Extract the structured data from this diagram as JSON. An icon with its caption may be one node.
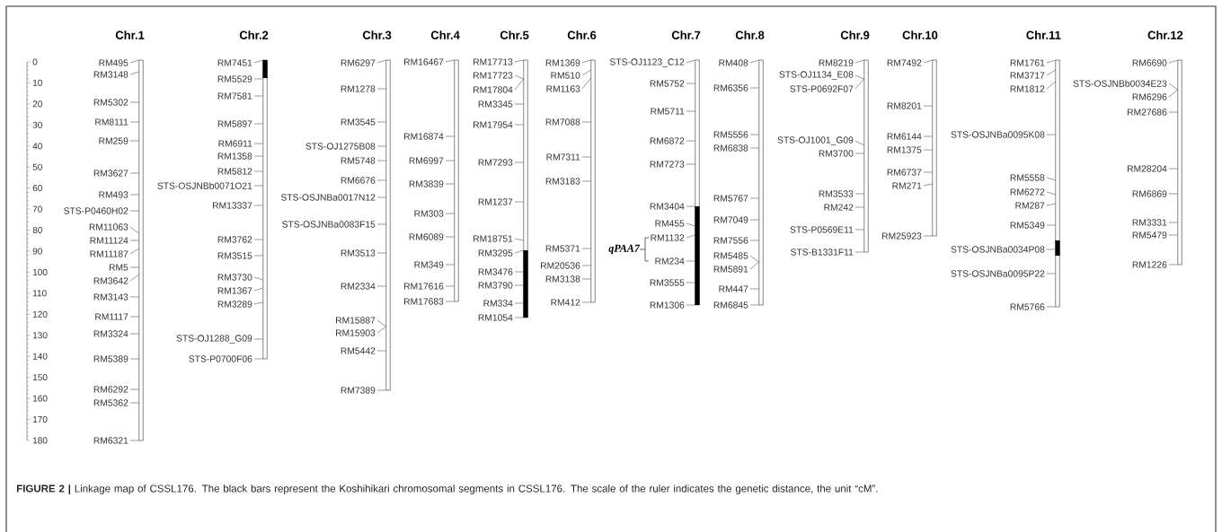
{
  "diagram": {
    "caption": "**FIGURE 2 |** Linkage map of CSSL176. The black bars represent the Koshihikari chromosomal segments in CSSL176. The scale of the ruler indicates the genetic distance, the unit “cM”.",
    "nodes": [
      {
        "text": [
          "Chr.1"
        ],
        "beside": [
          "RM495",
          "RM3148",
          "RM5302",
          "RM8111",
          "RM259",
          "RM3627",
          "RM493",
          "STS-P0460H02",
          "RM11063",
          "RM11124",
          "RM11187",
          "RM5",
          "RM3642",
          "RM3143",
          "RM1117",
          "RM3324",
          "RM5389",
          "RM6292",
          "RM5362",
          "RM6321"
        ]
      },
      {
        "text": [
          "Chr.2"
        ],
        "beside": [
          "RM7451",
          "RM5529",
          "RM7581",
          "RM5897",
          "RM6911",
          "RM1358",
          "RM5812",
          "STS-OSJNBb0071O21",
          "RM13337",
          "RM3762",
          "RM3515",
          "RM3730",
          "RM1367",
          "RM3289",
          "STS-OJ1288_G09",
          "STS-P0700F06"
        ]
      },
      {
        "text": [
          "Chr.3"
        ],
        "beside": [
          "RM6297",
          "RM1278",
          "RM3545",
          "STS-OJ1275B08",
          "RM5748",
          "RM6676",
          "STS-OSJNBa0017N12",
          "STS-OSJNBa0083F15",
          "RM3513",
          "RM2334",
          "RM15887",
          "RM15903",
          "RM5442",
          "RM7389"
        ]
      },
      {
        "text": [
          "Chr.4"
        ],
        "beside": [
          "RM16467",
          "RM16874",
          "RM6997",
          "RM3839",
          "RM303",
          "RM6089",
          "RM349",
          "RM17616",
          "RM17683"
        ]
      },
      {
        "text": [
          "Chr.5"
        ],
        "beside": [
          "RM17713",
          "RM17723",
          "RM17804",
          "RM3345",
          "RM17954",
          "RM7293",
          "RM1237",
          "RM18751",
          "RM3295",
          "RM3476",
          "RM3790",
          "RM334",
          "RM1054"
        ]
      },
      {
        "text": [
          "Chr.6"
        ],
        "beside": [
          "RM1369",
          "RM510",
          "RM1163",
          "RM7088",
          "RM7311",
          "RM3183",
          "RM5371",
          "RM20536",
          "RM3138",
          "RM412"
        ]
      },
      {
        "text": [
          "Chr.7"
        ],
        "beside": [
          "STS-OJ1123_C12",
          "RM5752",
          "RM5711",
          "RM6872",
          "RM7273",
          "RM3404",
          "RM455",
          "RM1132",
          "RM234",
          "RM3555",
          "RM1306"
        ]
      },
      {
        "text": [
          "Chr.8"
        ],
        "beside": [
          "RM408",
          "RM6356",
          "RM5556",
          "RM6838",
          "RM5767",
          "RM7049",
          "RM7556",
          "RM5485",
          "RM5891",
          "RM447",
          "RM6845"
        ]
      },
      {
        "text": [
          "Chr.9"
        ],
        "beside": [
          "RM8219",
          "STS-OJ1134_E08",
          "STS-P0692F07",
          "STS-OJ1001_G09",
          "RM3700",
          "RM3533",
          "RM242",
          "STS-P0569E11",
          "STS-B1331F11"
        ]
      },
      {
        "text": [
          "Chr.10"
        ],
        "beside": [
          "RM7492",
          "RM8201",
          "RM6144",
          "RM1375",
          "RM6737",
          "RM271",
          "RM25923"
        ]
      },
      {
        "text": [
          "Chr.11"
        ],
        "beside": [
          "RM1761",
          "RM3717",
          "RM1812",
          "STS-OSJNBa0095K08",
          "RM5558",
          "RM6272",
          "RM287",
          "RM5349",
          "STS-OSJNBa0034P08",
          "STS-OSJNBa0095P22",
          "RM5766"
        ]
      },
      {
        "text": [
          "Chr.12"
        ],
        "beside": [
          "RM6690",
          "STS-OSJNBb0034E23",
          "RM6296",
          "RM27686",
          "RM28204",
          "RM6869",
          "RM3331",
          "RM5479",
          "RM1226"
        ]
      }
    ],
    "labels": [
      "0",
      "10",
      "20",
      "30",
      "40",
      "50",
      "60",
      "70",
      "80",
      "90",
      "100",
      "110",
      "120",
      "130",
      "140",
      "150",
      "160",
      "170",
      "180",
      "qPAA7"
    ]
  }
}
